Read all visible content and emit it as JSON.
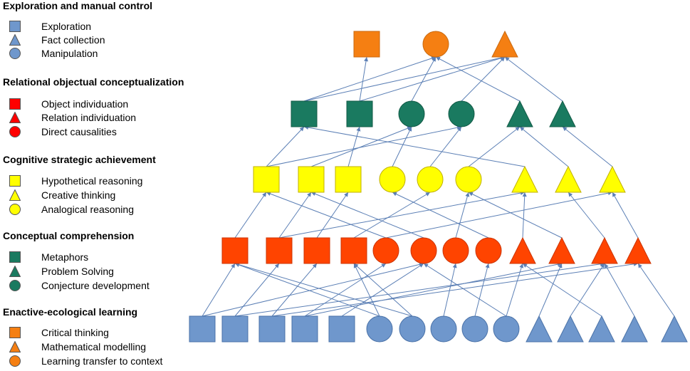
{
  "legend": {
    "groups": [
      {
        "title": "Exploration and manual control",
        "color": "#6f97cc",
        "items": [
          {
            "shape": "square",
            "label": "Exploration"
          },
          {
            "shape": "triangle",
            "label": "Fact collection"
          },
          {
            "shape": "circle",
            "label": "Manipulation"
          }
        ]
      },
      {
        "title": "Relational objectual conceptualization",
        "color": "#ff0000",
        "items": [
          {
            "shape": "square",
            "label": "Object individuation"
          },
          {
            "shape": "triangle",
            "label": "Relation individuation"
          },
          {
            "shape": "circle",
            "label": "Direct causalities"
          }
        ]
      },
      {
        "title": "Cognitive strategic achievement",
        "color": "#ffff00",
        "items": [
          {
            "shape": "square",
            "label": "Hypothetical reasoning"
          },
          {
            "shape": "triangle",
            "label": "Creative thinking"
          },
          {
            "shape": "circle",
            "label": "Analogical reasoning"
          }
        ]
      },
      {
        "title": "Conceptual comprehension",
        "color": "#1a7a60",
        "items": [
          {
            "shape": "square",
            "label": "Metaphors"
          },
          {
            "shape": "triangle",
            "label": "Problem Solving"
          },
          {
            "shape": "circle",
            "label": "Conjecture development"
          }
        ]
      },
      {
        "title": "Enactive-ecological learning",
        "color": "#f57f12",
        "items": [
          {
            "shape": "square",
            "label": "Critical thinking"
          },
          {
            "shape": "triangle",
            "label": "Mathematical modelling"
          },
          {
            "shape": "circle",
            "label": "Learning transfer to context"
          }
        ]
      }
    ]
  },
  "diagram": {
    "edge_color": "#5b7fb5",
    "levels": [
      {
        "color": "#f57f12",
        "stroke": "#c96a10",
        "shapes": [
          "square",
          "circle",
          "triangle"
        ]
      },
      {
        "color": "#1a7a60",
        "stroke": "#125a46",
        "shapes": [
          "square",
          "square",
          "circle",
          "circle",
          "triangle",
          "triangle"
        ]
      },
      {
        "color": "#ffff00",
        "stroke": "#c0b000",
        "shapes": [
          "square",
          "square",
          "square",
          "circle",
          "circle",
          "circle",
          "triangle",
          "triangle",
          "triangle"
        ]
      },
      {
        "color": "#ff4400",
        "stroke": "#cc3300",
        "shapes": [
          "square",
          "square",
          "square",
          "square",
          "circle",
          "circle",
          "circle",
          "circle",
          "triangle",
          "triangle",
          "triangle",
          "triangle"
        ]
      },
      {
        "color": "#6f97cc",
        "stroke": "#4a72a8",
        "shapes": [
          "square",
          "square",
          "square",
          "square",
          "square",
          "circle",
          "circle",
          "circle",
          "circle",
          "circle",
          "triangle",
          "triangle",
          "triangle",
          "triangle",
          "triangle"
        ]
      }
    ]
  }
}
